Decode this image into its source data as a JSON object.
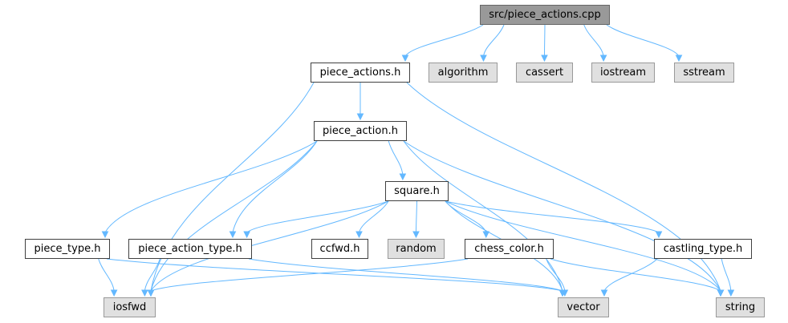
{
  "graph": {
    "colors": {
      "edge": "#63b8ff",
      "root_fill": "#999999",
      "system_fill": "#e0e0e0",
      "node_border": "#404040"
    },
    "nodes": {
      "root": {
        "label": "src/piece_actions.cpp"
      },
      "piece_actions_h": {
        "label": "piece_actions.h"
      },
      "algorithm": {
        "label": "algorithm"
      },
      "cassert": {
        "label": "cassert"
      },
      "iostream": {
        "label": "iostream"
      },
      "sstream": {
        "label": "sstream"
      },
      "piece_action_h": {
        "label": "piece_action.h"
      },
      "square_h": {
        "label": "square.h"
      },
      "piece_type_h": {
        "label": "piece_type.h"
      },
      "piece_action_type_h": {
        "label": "piece_action_type.h"
      },
      "ccfwd_h": {
        "label": "ccfwd.h"
      },
      "random": {
        "label": "random"
      },
      "chess_color_h": {
        "label": "chess_color.h"
      },
      "castling_type_h": {
        "label": "castling_type.h"
      },
      "iosfwd": {
        "label": "iosfwd"
      },
      "vector": {
        "label": "vector"
      },
      "string": {
        "label": "string"
      }
    },
    "edges": [
      [
        "root",
        "piece_actions_h"
      ],
      [
        "root",
        "algorithm"
      ],
      [
        "root",
        "cassert"
      ],
      [
        "root",
        "iostream"
      ],
      [
        "root",
        "sstream"
      ],
      [
        "piece_actions_h",
        "piece_action_h"
      ],
      [
        "piece_actions_h",
        "iosfwd"
      ],
      [
        "piece_actions_h",
        "string"
      ],
      [
        "piece_action_h",
        "square_h"
      ],
      [
        "piece_action_h",
        "piece_type_h"
      ],
      [
        "piece_action_h",
        "piece_action_type_h"
      ],
      [
        "piece_action_h",
        "iosfwd"
      ],
      [
        "piece_action_h",
        "vector"
      ],
      [
        "piece_action_h",
        "string"
      ],
      [
        "square_h",
        "piece_action_type_h"
      ],
      [
        "square_h",
        "ccfwd_h"
      ],
      [
        "square_h",
        "random"
      ],
      [
        "square_h",
        "chess_color_h"
      ],
      [
        "square_h",
        "castling_type_h"
      ],
      [
        "square_h",
        "iosfwd"
      ],
      [
        "square_h",
        "vector"
      ],
      [
        "square_h",
        "string"
      ],
      [
        "piece_type_h",
        "iosfwd"
      ],
      [
        "piece_type_h",
        "vector"
      ],
      [
        "piece_action_type_h",
        "iosfwd"
      ],
      [
        "piece_action_type_h",
        "vector"
      ],
      [
        "chess_color_h",
        "iosfwd"
      ],
      [
        "chess_color_h",
        "vector"
      ],
      [
        "chess_color_h",
        "string"
      ],
      [
        "castling_type_h",
        "vector"
      ],
      [
        "castling_type_h",
        "string"
      ]
    ]
  }
}
